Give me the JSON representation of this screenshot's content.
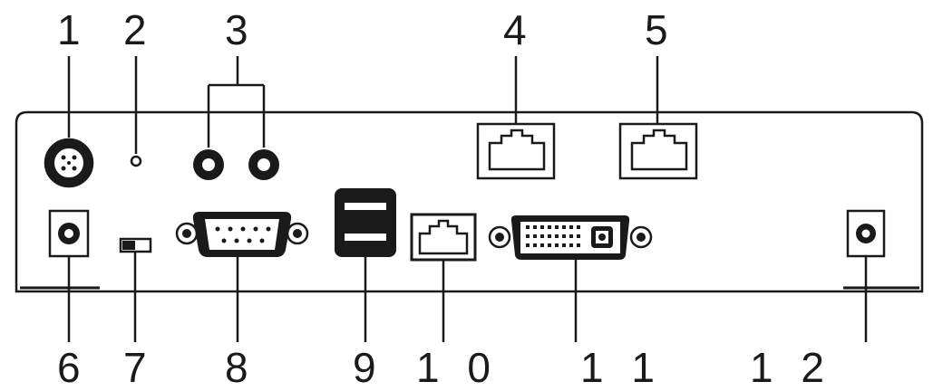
{
  "callouts": {
    "top": [
      "1",
      "2",
      "3",
      "4",
      "5"
    ],
    "bottom": [
      "6",
      "7",
      "8",
      "9",
      "1 0",
      "1 1",
      "1 2"
    ]
  },
  "colors": {
    "stroke": "#1a1a1a",
    "fill_dark": "#1a1a1a",
    "background": "#ffffff"
  }
}
